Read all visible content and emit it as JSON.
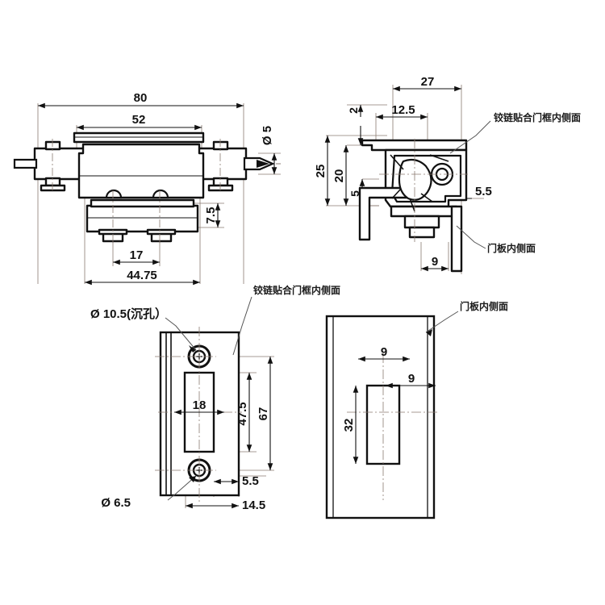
{
  "drawing": {
    "title": "Hinge Technical Drawing",
    "background_color": "#ffffff",
    "line_color": "#111111",
    "thin_line_color": "#7a6a60",
    "center_line_color": "#8a7a70"
  },
  "views": {
    "top_left": {
      "name": "hinge-top-view",
      "dimensions": {
        "overall_width": "80",
        "plate_width": "52",
        "bolt_spacing": "17",
        "base_width": "44.75",
        "offset_height": "7.5",
        "pin_diameter": "Ø 5"
      }
    },
    "top_right": {
      "name": "hinge-section-view",
      "dimensions": {
        "depth": "27",
        "inner_depth": "12.5",
        "top_thickness": "2",
        "overall_height": "25",
        "body_height": "20",
        "lower_height": "5",
        "side_gap": "5.5",
        "bottom_offset": "9"
      },
      "labels": {
        "frame_contact": "铰链贴合门框内侧面",
        "door_panel": "门板内侧面"
      }
    },
    "bottom_left": {
      "name": "frame-plate-view",
      "dimensions": {
        "counterbore": "Ø 10.5(沉孔）",
        "hole_diameter": "Ø 6.5",
        "slot_width": "18",
        "hole_spacing": "47.5",
        "plate_height": "67",
        "edge_offset": "5.5",
        "slot_offset": "14.5"
      },
      "labels": {
        "frame_contact": "铰链贴合门框内侧面"
      }
    },
    "bottom_right": {
      "name": "door-plate-view",
      "dimensions": {
        "slot_width": "9",
        "slot_offset": "9",
        "slot_height": "32"
      },
      "labels": {
        "door_panel": "门板内侧面"
      }
    }
  }
}
